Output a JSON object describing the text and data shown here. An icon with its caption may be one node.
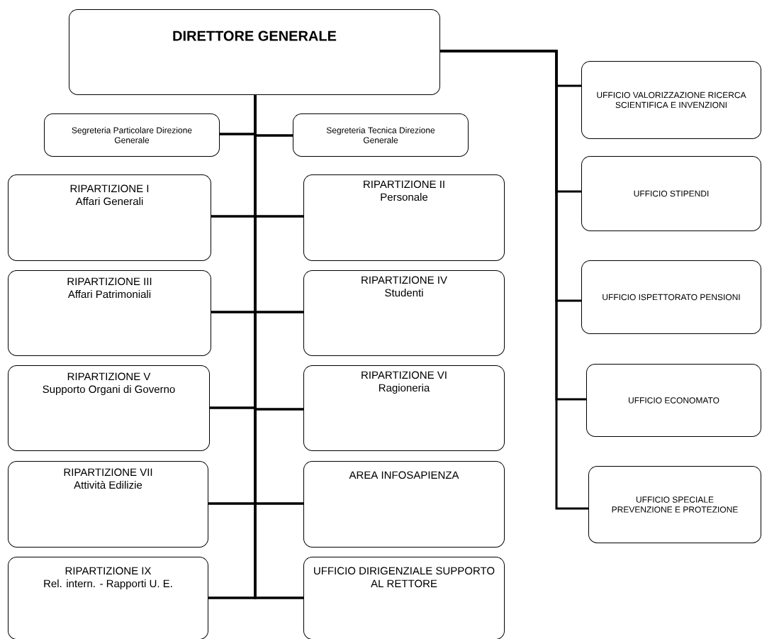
{
  "diagram": {
    "nodes": [
      {
        "text": [
          "DIRETTORE GENERALE"
        ]
      },
      {
        "text": [
          "Segreteria Particolare Direzione Generale"
        ]
      },
      {
        "text": [
          "Segreteria Tecnica Direzione Generale"
        ]
      },
      {
        "text": [
          "RIPARTIZIONE I",
          "Affari Generali"
        ]
      },
      {
        "text": [
          "RIPARTIZIONE II",
          "Personale"
        ]
      },
      {
        "text": [
          "RIPARTIZIONE III",
          "Affari Patrimoniali"
        ]
      },
      {
        "text": [
          "RIPARTIZIONE IV",
          "Studenti"
        ]
      },
      {
        "text": [
          "RIPARTIZIONE V",
          "Supporto Organi di Governo"
        ]
      },
      {
        "text": [
          "RIPARTIZIONE VI",
          "Ragioneria"
        ]
      },
      {
        "text": [
          "RIPARTIZIONE VII",
          "Attività Edilizie"
        ]
      },
      {
        "text": [
          "AREA INFOSAPIENZA"
        ]
      },
      {
        "text": [
          "RIPARTIZIONE IX",
          "Rel. intern. - Rapporti U. E."
        ]
      },
      {
        "text": [
          "UFFICIO DIRIGENZIALE SUPPORTO AL RETTORE"
        ]
      },
      {
        "text": [
          "UFFICIO VALORIZZAZIONE RICERCA SCIENTIFICA E INVENZIONI"
        ]
      },
      {
        "text": [
          "UFFICIO STIPENDI"
        ]
      },
      {
        "text": [
          "UFFICIO ISPETTORATO PENSIONI"
        ]
      },
      {
        "text": [
          "UFFICIO ECONOMATO"
        ]
      },
      {
        "text": [
          "UFFICIO SPECIALE PREVENZIONE E PROTEZIONE"
        ]
      }
    ],
    "edges": [
      {
        "from": 0,
        "to": 1,
        "arrow": "none"
      },
      {
        "from": 0,
        "to": 2,
        "arrow": "none"
      },
      {
        "from": 0,
        "to": 3,
        "arrow": "none"
      },
      {
        "from": 0,
        "to": 4,
        "arrow": "none"
      },
      {
        "from": 0,
        "to": 5,
        "arrow": "none"
      },
      {
        "from": 0,
        "to": 6,
        "arrow": "none"
      },
      {
        "from": 0,
        "to": 7,
        "arrow": "none"
      },
      {
        "from": 0,
        "to": 8,
        "arrow": "none"
      },
      {
        "from": 0,
        "to": 9,
        "arrow": "none"
      },
      {
        "from": 0,
        "to": 10,
        "arrow": "none"
      },
      {
        "from": 0,
        "to": 11,
        "arrow": "none"
      },
      {
        "from": 0,
        "to": 12,
        "arrow": "none"
      },
      {
        "from": 0,
        "to": 13,
        "arrow": "none"
      },
      {
        "from": 0,
        "to": 14,
        "arrow": "none"
      },
      {
        "from": 0,
        "to": 15,
        "arrow": "none"
      },
      {
        "from": 0,
        "to": 16,
        "arrow": "none"
      },
      {
        "from": 0,
        "to": 17,
        "arrow": "none"
      }
    ]
  }
}
